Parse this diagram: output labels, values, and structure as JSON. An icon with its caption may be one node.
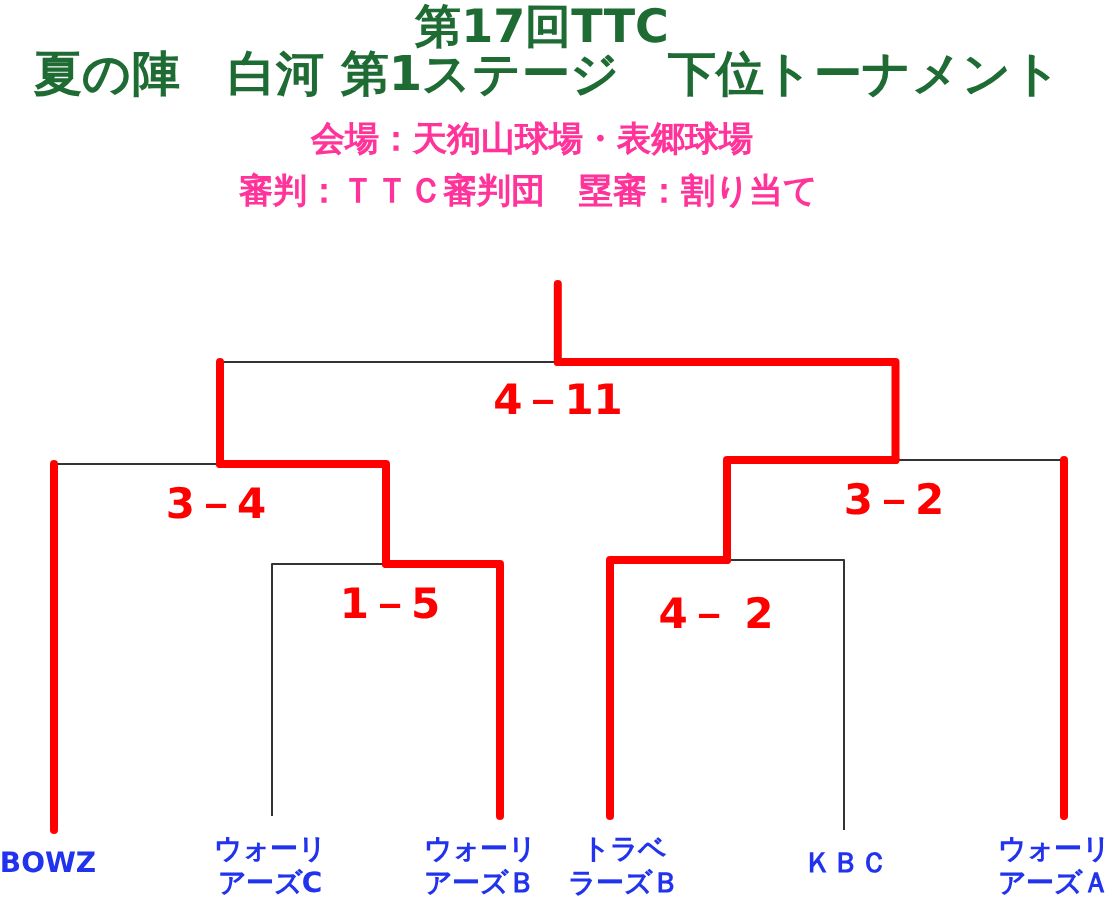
{
  "diagram": {
    "title": "第17回TTC",
    "nodes": [
      {
        "text": [
          "4－11"
        ]
      },
      {
        "text": [
          "3－4"
        ]
      },
      {
        "text": [
          "3－2"
        ]
      },
      {
        "text": [
          "1－5"
        ]
      },
      {
        "text": [
          "4－ 2"
        ]
      },
      {
        "text": [
          "BOWZ"
        ]
      },
      {
        "text": [
          "ウォーリアーズC"
        ]
      },
      {
        "text": [
          "ウォーリアーズＢ"
        ]
      },
      {
        "text": [
          "トラベラーズＢ"
        ]
      },
      {
        "text": [
          "ＫＢＣ"
        ]
      },
      {
        "text": [
          "ウォーリアーズＡ"
        ]
      }
    ],
    "edges": [
      {
        "from": 5,
        "to": 1,
        "arrow": "none",
        "color": "#333333"
      },
      {
        "from": 5,
        "to": null,
        "arrow": "none"
      },
      {
        "from": 6,
        "to": 3,
        "arrow": "none",
        "color": "#333333"
      },
      {
        "from": 7,
        "to": 3,
        "arrow": "none"
      },
      {
        "from": 8,
        "to": 4,
        "arrow": "none"
      },
      {
        "from": 9,
        "to": 4,
        "arrow": "none",
        "color": "#333333"
      },
      {
        "from": 10,
        "to": 2,
        "arrow": "none",
        "color": "#333333"
      },
      {
        "from": 10,
        "to": null,
        "arrow": "none"
      },
      {
        "from": 3,
        "to": 1,
        "arrow": "none"
      },
      {
        "from": 4,
        "to": 2,
        "arrow": "none"
      },
      {
        "from": 1,
        "to": 0,
        "arrow": "none",
        "color": "#333333"
      },
      {
        "from": 1,
        "to": null,
        "arrow": "none"
      },
      {
        "from": 2,
        "to": 0,
        "arrow": "none"
      },
      {
        "from": 0,
        "to": null,
        "arrow": "none"
      }
    ],
    "labels": [
      "夏の陣　白河 第1ステージ　下位トーナメント",
      "会場：天狗山球場・表郷球場",
      "審判：ＴＴＣ審判団　塁審：割り当て"
    ]
  }
}
